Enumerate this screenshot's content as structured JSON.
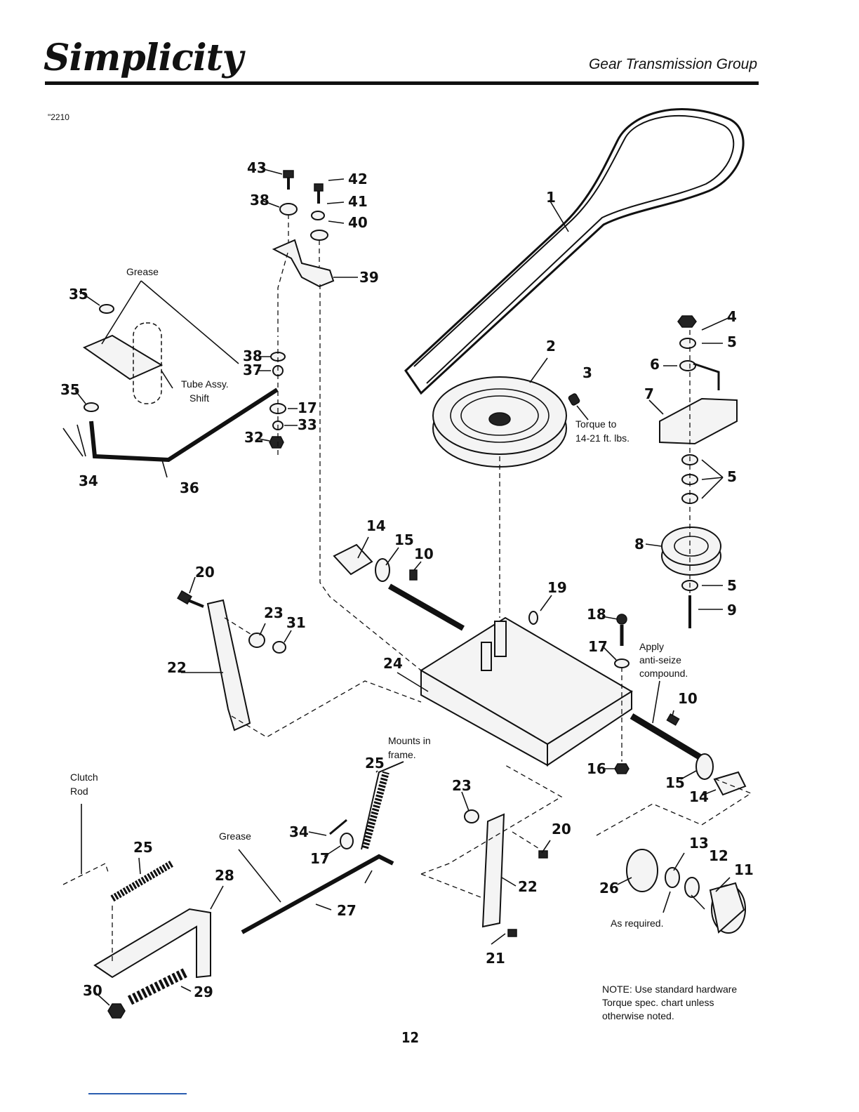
{
  "header": {
    "brand": "Simplicity",
    "section_title": "Gear Transmission Group",
    "model_number": "\"2210"
  },
  "callouts": {
    "grease_top": "Grease",
    "tube_assy_line1": "Tube Assy.",
    "tube_assy_line2": "Shift",
    "torque_line1": "Torque to",
    "torque_line2": "14-21 ft. lbs.",
    "apply_line1": "Apply",
    "apply_line2": "anti-seize",
    "apply_line3": "compound.",
    "mounts_line1": "Mounts in",
    "mounts_line2": "frame.",
    "clutch_line1": "Clutch",
    "clutch_line2": "Rod",
    "grease_bottom": "Grease",
    "as_required": "As required."
  },
  "note": {
    "line1": "NOTE: Use standard hardware",
    "line2": "Torque spec. chart unless",
    "line3": "otherwise noted."
  },
  "page_number": "12",
  "part_numbers": {
    "p1": "1",
    "p2": "2",
    "p3": "3",
    "p4": "4",
    "p5a": "5",
    "p5b": "5",
    "p5c": "5",
    "p6": "6",
    "p7": "7",
    "p8": "8",
    "p9": "9",
    "p10a": "10",
    "p10b": "10",
    "p11": "11",
    "p12": "12",
    "p13": "13",
    "p14a": "14",
    "p14b": "14",
    "p15a": "15",
    "p15b": "15",
    "p16": "16",
    "p17a": "17",
    "p17b": "17",
    "p17c": "17",
    "p18": "18",
    "p19": "19",
    "p20a": "20",
    "p20b": "20",
    "p21": "21",
    "p22a": "22",
    "p22b": "22",
    "p23a": "23",
    "p23b": "23",
    "p24": "24",
    "p25a": "25",
    "p25b": "25",
    "p26": "26",
    "p27": "27",
    "p28": "28",
    "p29": "29",
    "p30": "30",
    "p31": "31",
    "p32": "32",
    "p33": "33",
    "p34a": "34",
    "p34b": "34",
    "p35a": "35",
    "p35b": "35",
    "p36": "36",
    "p37": "37",
    "p38a": "38",
    "p38b": "38",
    "p39": "39",
    "p40": "40",
    "p41": "41",
    "p42": "42",
    "p43": "43"
  }
}
